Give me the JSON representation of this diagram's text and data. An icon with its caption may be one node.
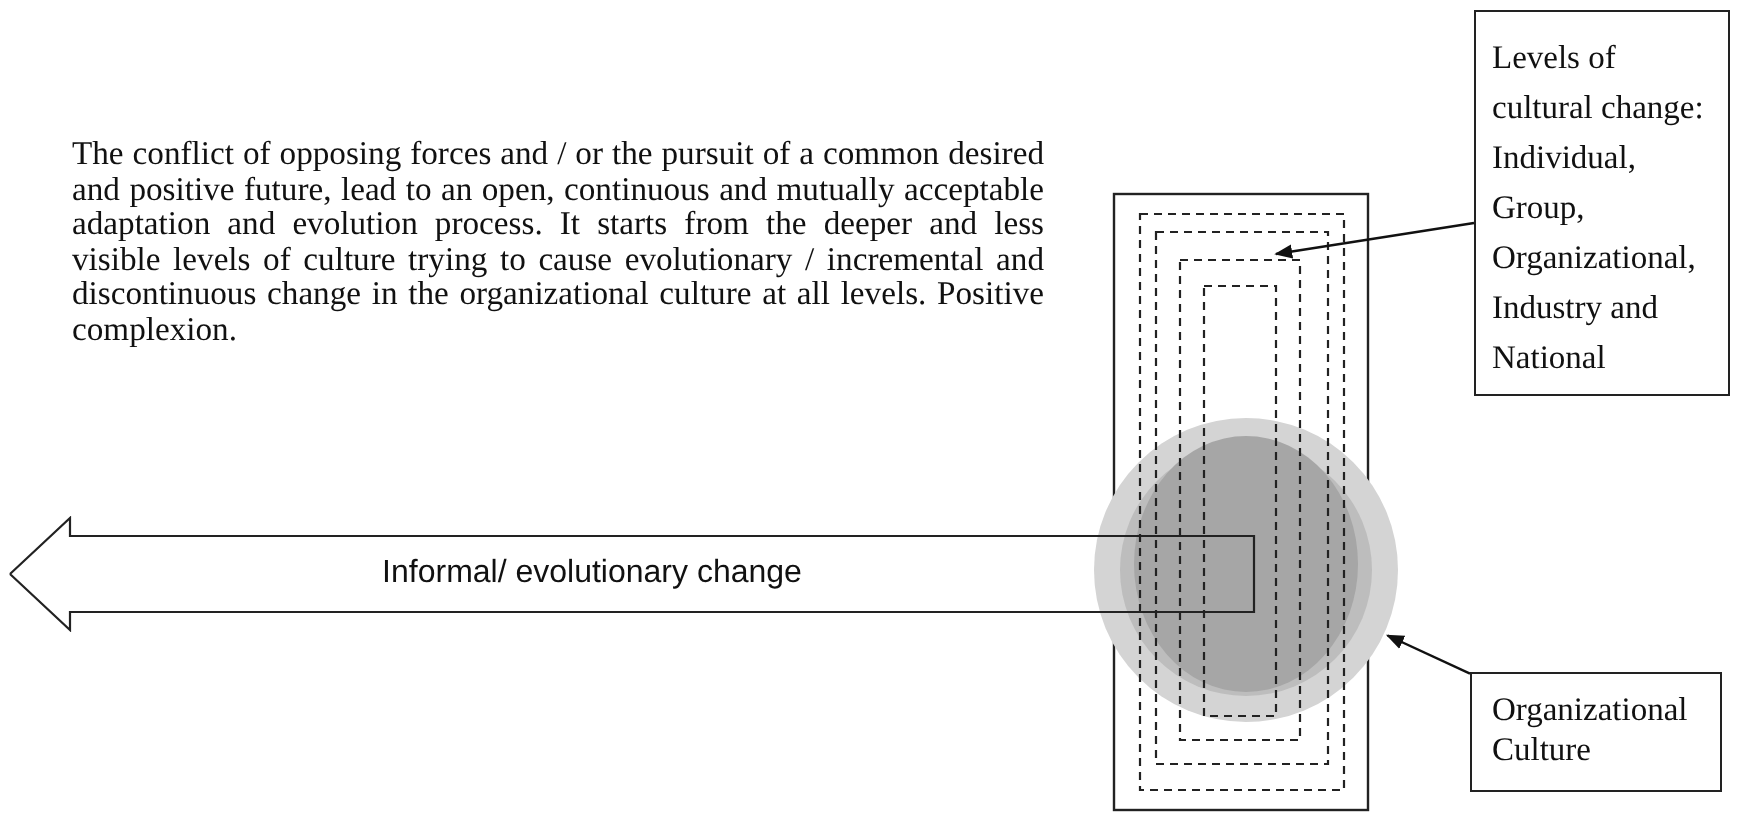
{
  "diagram": {
    "nodes": [
      {
        "text": [
          "Informal/ evolutionary change"
        ]
      },
      {
        "text": [
          "Levels of cultural change: Individual, Group, Organizational, Industry and National"
        ]
      },
      {
        "text": [],
        "shape": "box"
      },
      {
        "text": [
          "Organizational Culture"
        ]
      },
      {
        "text": [],
        "shape": "circle"
      }
    ],
    "edges": [
      {
        "from": 1,
        "to": 2,
        "arrow": "to"
      },
      {
        "from": 3,
        "to": 4,
        "arrow": "to"
      }
    ],
    "labels": [
      "The conflict of opposing forces and / or the pursuit of a common desired and positive future, lead to an open, continuous and mutually acceptable adaptation and evolution process. It starts from the deeper and less visible levels of culture trying to cause evolutionary / incremental and discontinuous change in the organizational culture at all levels. Positive complexion."
    ]
  }
}
